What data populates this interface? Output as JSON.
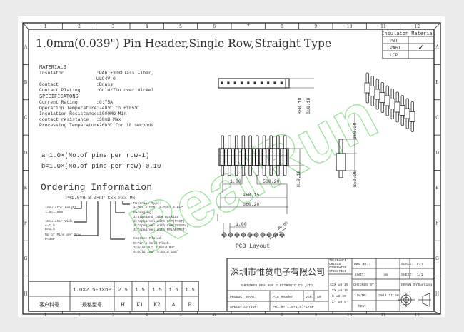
{
  "title": "1.0mm(0.039\") Pin Header,Single Row,Straight Type",
  "zones": {
    "columns": [
      "1",
      "2",
      "3",
      "4",
      "5",
      "6",
      "7",
      "8",
      "9",
      "10",
      "11",
      "12"
    ],
    "rows": [
      "A",
      "B",
      "C",
      "D",
      "E",
      "F",
      "G",
      "H"
    ]
  },
  "insulator_material": {
    "header": "Insulator Material",
    "options": [
      {
        "label": "PBT",
        "checked": false
      },
      {
        "label": "PA6T",
        "checked": true
      },
      {
        "label": "LCP",
        "checked": false
      }
    ],
    "check_mark": "✓"
  },
  "materials": {
    "heading": "MATERIALS",
    "rows": [
      {
        "label": "Insulator",
        "value": ":PA6T+30%Glass Fiber,"
      },
      {
        "label": "",
        "value": " UL94V-0"
      },
      {
        "label": "Contact",
        "value": ":Brass"
      },
      {
        "label": "Contact Plating",
        "value": ":Gold/Tin over Nickel"
      }
    ]
  },
  "specifications": {
    "heading": "SPECIFICATONS",
    "rows": [
      {
        "label": "Current Rating",
        "value": ":0.75A"
      },
      {
        "label": "Operation Temperature",
        "value": ":-40℃ to +105℃"
      },
      {
        "label": "Insulation Resistance",
        "value": ":1000MΩ Min"
      },
      {
        "label": "contact resistance",
        "value": ":30mΩ Max"
      },
      {
        "label": "Processing Temperature",
        "value": ":260℃ for 10 seconds"
      }
    ]
  },
  "formulas": [
    "a=1.0×(No.of pins per row-1)",
    "b=1.0×(No.of pins per row)-0.10"
  ],
  "ordering": {
    "heading": "Ordering Information",
    "code": "PH1.0×H-B-Z×nP-Cxx-Pxx-Mx",
    "notes": [
      {
        "title": "Insulator Height",
        "lines": [
          "1.5=1.5mm"
        ]
      },
      {
        "title": "Insulator Wide",
        "lines": [
          "A=1.5",
          "B=1.5"
        ]
      },
      {
        "title": "No.of Pins per Row",
        "lines": [
          "P=30P"
        ]
      },
      {
        "title": "Material Type:",
        "lines": [
          "1:PBT 2:PA6T 3:PA9T 4:LCP"
        ]
      },
      {
        "title": "Packaging:",
        "lines": [
          "1:Standard tube packing",
          "2:Tape&reel with CAP(PA9T)",
          "3:Tape&reel with CAP(SUS304)",
          "4:Tape&reel with MYLAR(PET)"
        ]
      },
      {
        "title": "Contact Plated",
        "lines": [
          "0:Tin        1:Gold Flash",
          "2:Gold 3U\"   3:Gold 6U\"",
          "4:Gold 10U\"  5:Gold 15U\""
        ]
      }
    ]
  },
  "dimensions": {
    "top_b": "B±0.10",
    "top_b2": "B±0.10",
    "pitch": "1.00",
    "pitch_tol": "500.20",
    "a": "a±0.15",
    "b": "b±0.20",
    "h": "H±0.10",
    "side_b": "B±0.20",
    "side_h": "3±0.20",
    "pcb_pitch": "1.00",
    "hole": "Ø0.65"
  },
  "pcb_label": "PCB Layout",
  "bottom_table": {
    "spec_value": "1.0×2.5-1×nP",
    "values": [
      "2.5",
      "1.5",
      "1.5",
      "1.5",
      "1.5"
    ],
    "headers": [
      "客户料号",
      "规格型号",
      "H",
      "K1",
      "K2",
      "A",
      "B"
    ]
  },
  "title_block": {
    "company_cn": "深圳市惟赞电子有限公司",
    "company_en": "SHENZHEN REALRUN ELECTRONIC CO.,LTD.",
    "tolerance_note": "TOLERANCE UNLESS OTHERWISE SPECIFIED",
    "tolerances": [
      "XXX ±0.10",
      ".XX ±0.15",
      ".X  ±0.20",
      ".X°  ±0.5°"
    ],
    "product_name_label": "PRODUCT NAME:",
    "product_name": "Pin Header",
    "ver_label": "VER:",
    "ver": "A0",
    "spec_label": "SPECIFICATION:",
    "spec": "PH1.0×(1.5+1.5)-1×nP",
    "dwg_label": "DWG NO.:",
    "dwg": "",
    "unit_label": "UNIT:",
    "unit": "mm",
    "checked_label": "CHECKED BY:",
    "checked": "",
    "date_label": "DATE:",
    "date": "2014.11.26",
    "rev_label": "REV:",
    "rev": "",
    "scale_label": "SCALE:",
    "scale": "FIT",
    "sheet_label": "SHEET:",
    "sheet": "1/1",
    "drawn_label": "DRAWN BY:",
    "drawn": "Burning"
  },
  "watermark": "RealRun",
  "colors": {
    "watermark": "#7fd67f",
    "line": "#333333",
    "paper": "#ffffff",
    "background": "#ebebeb"
  }
}
